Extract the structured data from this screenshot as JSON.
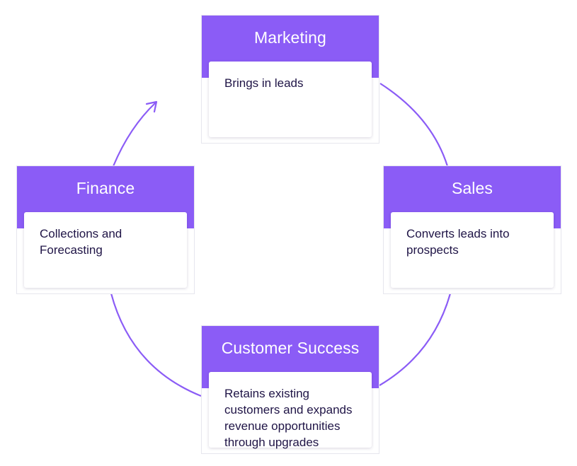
{
  "accent_color": "#8b5cf6",
  "stages": {
    "marketing": {
      "title": "Marketing",
      "description": "Brings in leads"
    },
    "sales": {
      "title": "Sales",
      "description": "Converts leads into prospects"
    },
    "customer_success": {
      "title": "Customer Success",
      "description": "Retains existing customers and expands revenue opportunities through upgrades"
    },
    "finance": {
      "title": "Finance",
      "description": "Collections and Forecasting"
    }
  }
}
